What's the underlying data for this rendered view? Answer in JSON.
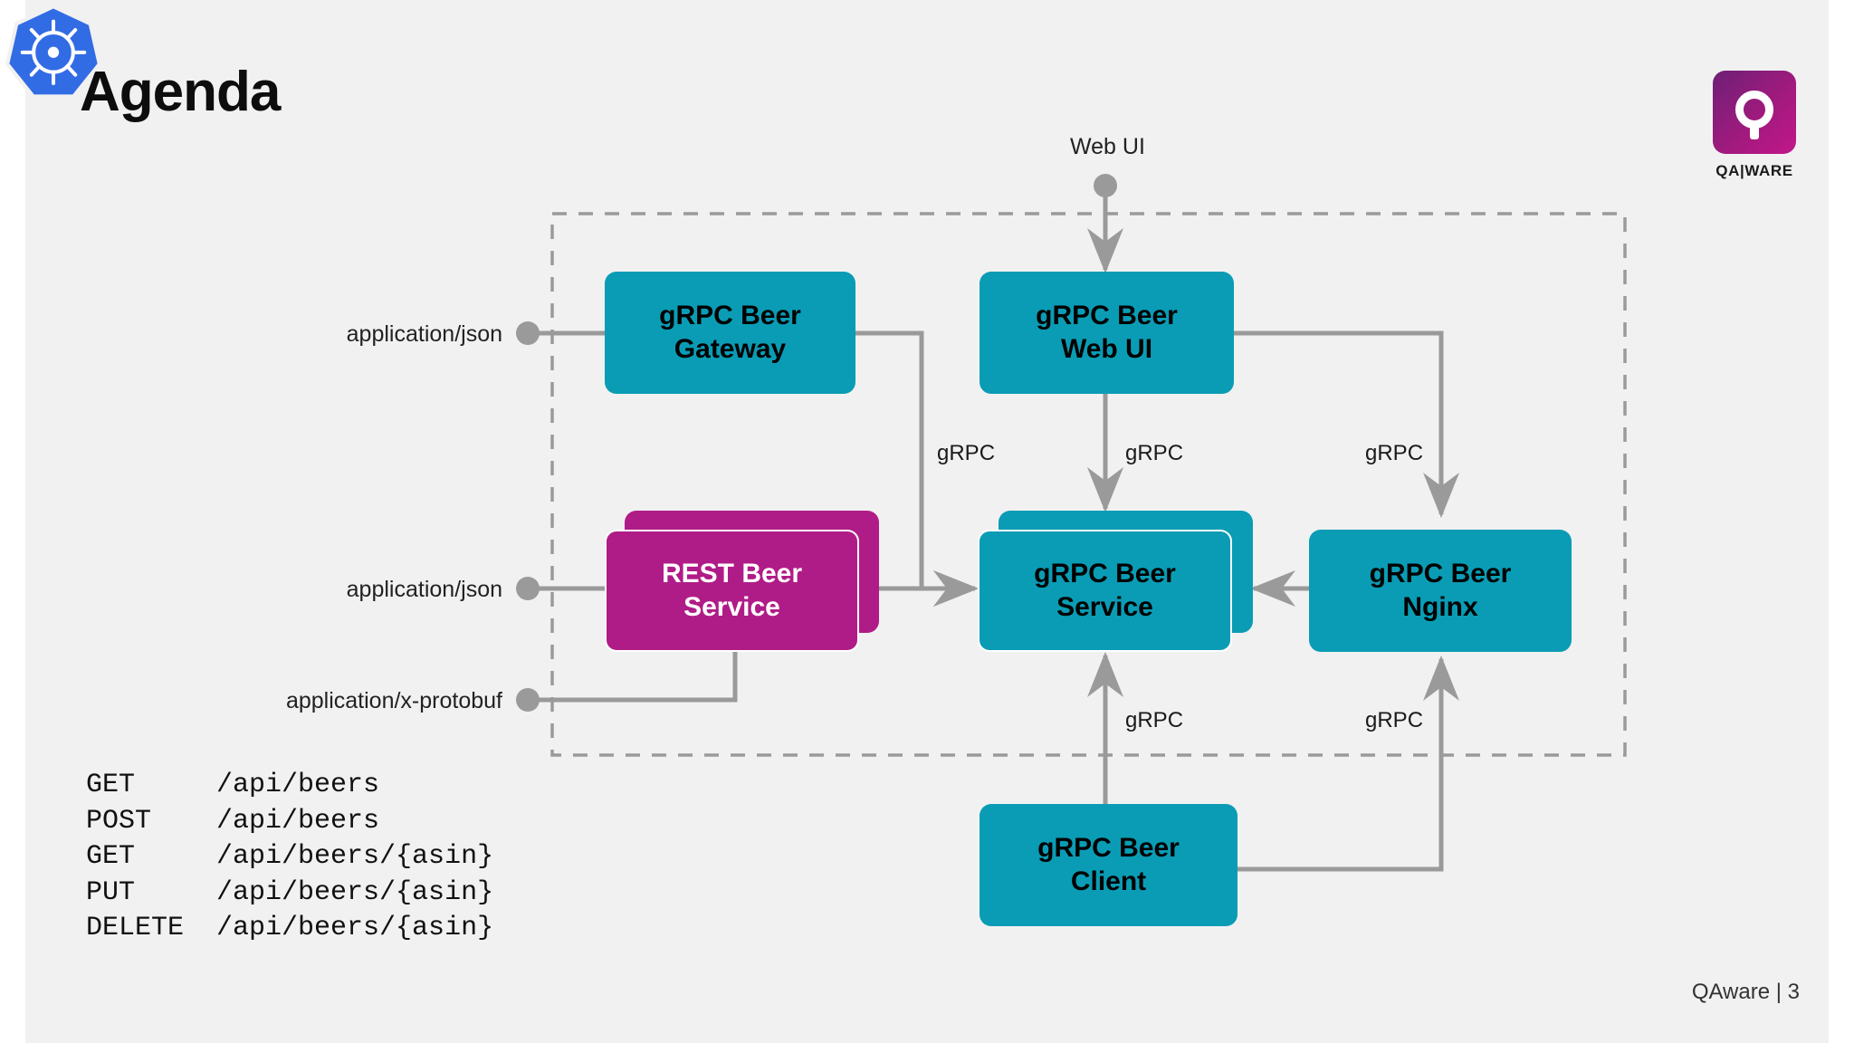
{
  "slide": {
    "title": "Agenda",
    "footer": "QAware | 3",
    "background_color": "#f1f1f1"
  },
  "logo": {
    "name": "QA|WARE",
    "mark_icon": "qaware-q-icon",
    "gradient_from": "#6d2077",
    "gradient_to": "#c2178a"
  },
  "diagram": {
    "boundary": {
      "name": "kubernetes-cluster-boundary",
      "style": "dashed",
      "badge_icon": "kubernetes-icon",
      "badge_color": "#326ce5"
    },
    "colors": {
      "teal": "#0a9cb5",
      "magenta": "#b01c87",
      "edge": "#9a9a9a"
    },
    "nodes": [
      {
        "id": "grpc-beer-gateway",
        "label": "gRPC Beer\nGateway",
        "color": "teal",
        "stacked": false
      },
      {
        "id": "grpc-beer-web-ui",
        "label": "gRPC Beer\nWeb UI",
        "color": "teal",
        "stacked": false
      },
      {
        "id": "rest-beer-service",
        "label": "REST Beer\nService",
        "color": "magenta",
        "stacked": true
      },
      {
        "id": "grpc-beer-service",
        "label": "gRPC Beer\nService",
        "color": "teal",
        "stacked": true
      },
      {
        "id": "grpc-beer-nginx",
        "label": "gRPC Beer\nNginx",
        "color": "teal",
        "stacked": false
      },
      {
        "id": "grpc-beer-client",
        "label": "gRPC Beer\nClient",
        "color": "teal",
        "stacked": false
      }
    ],
    "ports": [
      {
        "id": "web-ui-port",
        "label": "Web UI"
      },
      {
        "id": "json-gateway-port",
        "label": "application/json"
      },
      {
        "id": "json-rest-port",
        "label": "application/json"
      },
      {
        "id": "protobuf-rest-port",
        "label": "application/x-protobuf"
      }
    ],
    "edge_labels": [
      {
        "id": "gateway-to-service",
        "label": "gRPC"
      },
      {
        "id": "webui-to-service",
        "label": "gRPC"
      },
      {
        "id": "webui-to-nginx",
        "label": "gRPC"
      },
      {
        "id": "client-to-service",
        "label": "gRPC"
      },
      {
        "id": "client-to-nginx",
        "label": "gRPC"
      }
    ]
  },
  "endpoints": {
    "rows": [
      {
        "method": "GET",
        "path": "/api/beers"
      },
      {
        "method": "POST",
        "path": "/api/beers"
      },
      {
        "method": "GET",
        "path": "/api/beers/{asin}"
      },
      {
        "method": "PUT",
        "path": "/api/beers/{asin}"
      },
      {
        "method": "DELETE",
        "path": "/api/beers/{asin}"
      }
    ],
    "text": "GET     /api/beers\nPOST    /api/beers\nGET     /api/beers/{asin}\nPUT     /api/beers/{asin}\nDELETE  /api/beers/{asin}"
  }
}
